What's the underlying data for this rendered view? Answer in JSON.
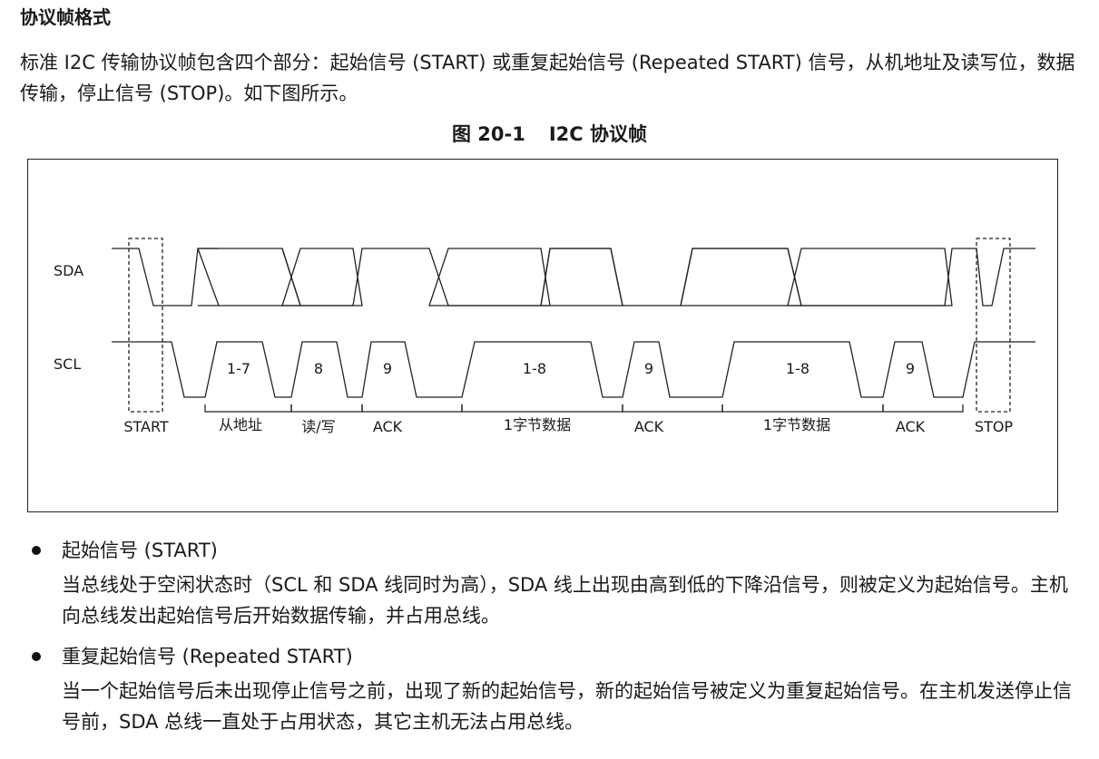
{
  "heading": "协议帧格式",
  "intro": "标准 I2C 传输协议帧包含四个部分：起始信号 (START) 或重复起始信号 (Repeated START) 信号，从机地址及读写位，数据传输，停止信号 (STOP)。如下图所示。",
  "figure": {
    "number": "图 20-1",
    "caption": "I2C 协议帧",
    "signals": {
      "sda": "SDA",
      "scl": "SCL"
    },
    "pulse_labels": [
      "1-7",
      "8",
      "9",
      "1-8",
      "9",
      "1-8",
      "9"
    ],
    "phase_labels": [
      "START",
      "从地址",
      "读/写",
      "ACK",
      "1字节数据",
      "ACK",
      "1字节数据",
      "ACK",
      "STOP"
    ]
  },
  "bullets": [
    {
      "title": "起始信号 (START)",
      "text": "当总线处于空闲状态时（SCL 和 SDA 线同时为高），SDA 线上出现由高到低的下降沿信号，则被定义为起始信号。主机向总线发出起始信号后开始数据传输，并占用总线。"
    },
    {
      "title": "重复起始信号 (Repeated START)",
      "text": "当一个起始信号后未出现停止信号之前，出现了新的起始信号，新的起始信号被定义为重复起始信号。在主机发送停止信号前，SDA 总线一直处于占用状态，其它主机无法占用总线。"
    }
  ]
}
